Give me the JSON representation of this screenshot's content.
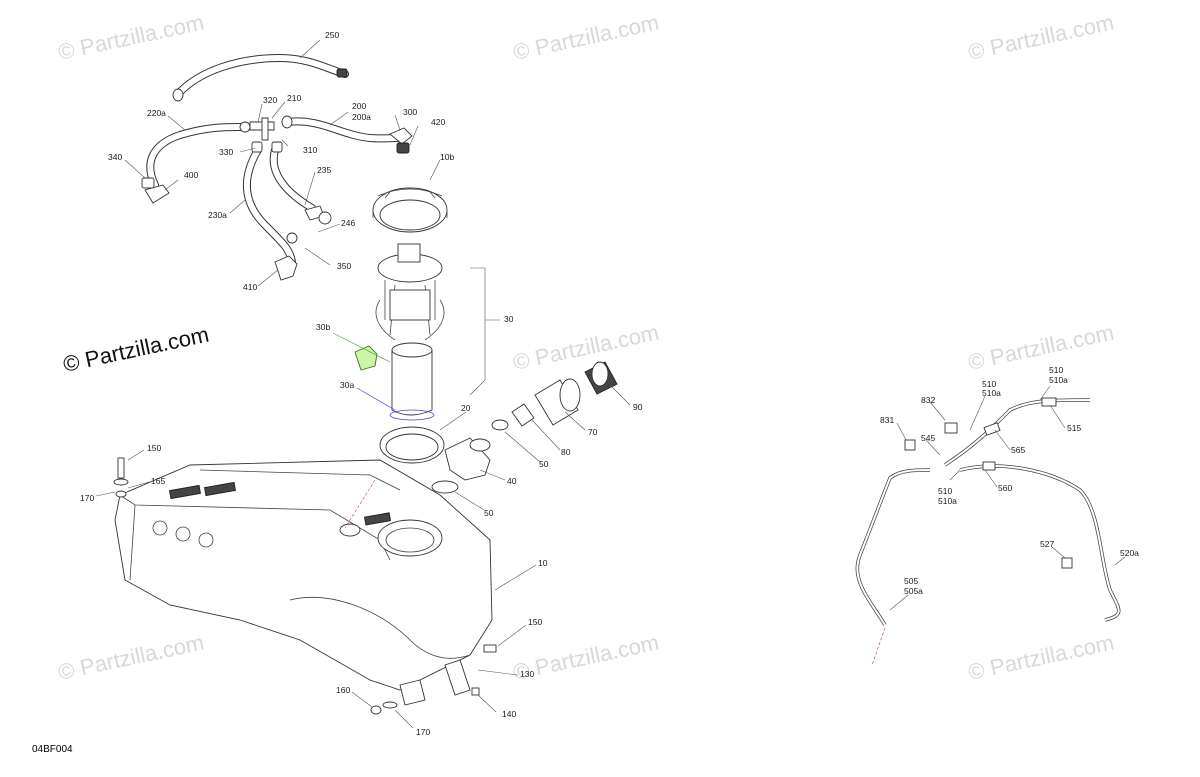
{
  "diagram": {
    "code": "04BF004",
    "watermark_main": "© Partzilla.com",
    "watermark_faint": "© Partzilla.com",
    "callouts": [
      "250",
      "220a",
      "320",
      "210",
      "200",
      "200a",
      "300",
      "420",
      "340",
      "330",
      "310",
      "10b",
      "400",
      "235",
      "230a",
      "246",
      "350",
      "410",
      "30",
      "30b",
      "30a",
      "20",
      "90",
      "70",
      "80",
      "50",
      "40",
      "50",
      "10",
      "150",
      "170",
      "165",
      "150",
      "130",
      "160",
      "140",
      "170",
      "510",
      "510a",
      "510",
      "510a",
      "832",
      "831",
      "545",
      "565",
      "515",
      "560",
      "510",
      "510a",
      "527",
      "520a",
      "505",
      "505a"
    ]
  }
}
